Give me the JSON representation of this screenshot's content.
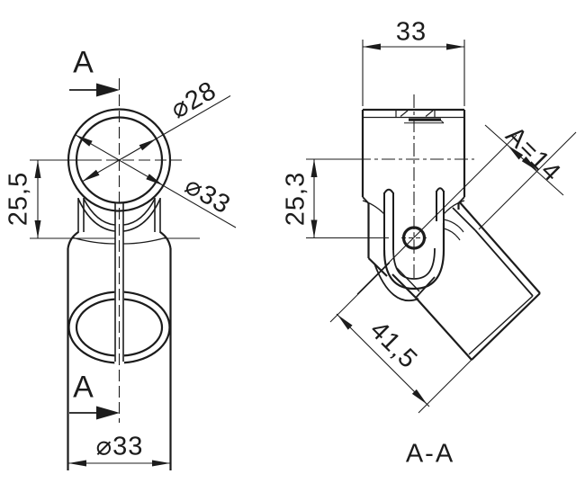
{
  "labels": {
    "section_arrow": "A",
    "dia_inner": "⌀28",
    "dia_outer": "⌀33",
    "front_height": "25,5",
    "front_dia_bottom": "⌀33",
    "section_width": "33",
    "section_height": "25,3",
    "pin_distance": "A=14",
    "tube_length": "41,5",
    "section_caption": "A-A"
  },
  "colors": {
    "line": "#1c1c1c",
    "background": "#ffffff"
  }
}
